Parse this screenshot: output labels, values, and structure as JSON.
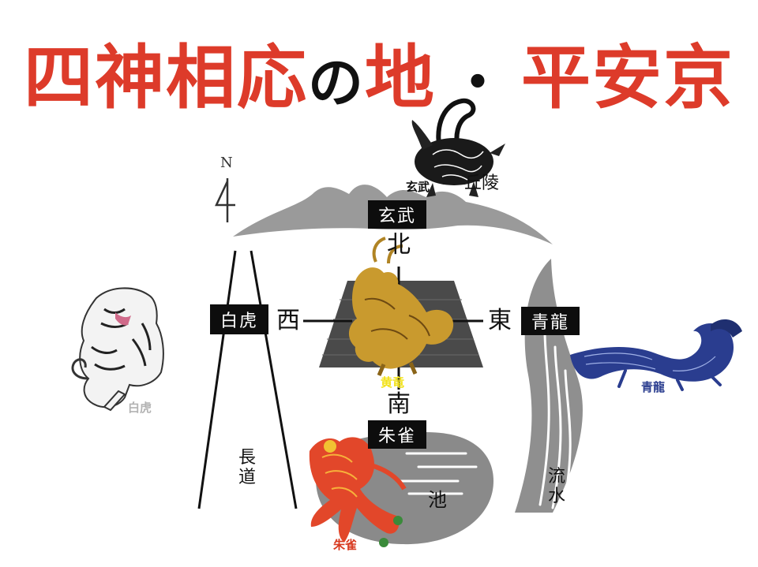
{
  "title": {
    "part1": "四神相応",
    "part2": "の",
    "part3": "地",
    "separator": "・",
    "part4": "平安京"
  },
  "north_mark": "N",
  "gods": {
    "north": {
      "box": "玄武",
      "caption": "玄武"
    },
    "east": {
      "box": "青龍",
      "caption": "青龍"
    },
    "west": {
      "box": "白虎",
      "caption": "白虎"
    },
    "south": {
      "box": "朱雀",
      "caption": "朱雀"
    },
    "center": {
      "caption": "黄竜"
    }
  },
  "directions": {
    "north": "北",
    "east": "東",
    "west": "西",
    "south": "南"
  },
  "terrain": {
    "hills": "丘陵",
    "road": "長道",
    "pond": "池",
    "stream": "流水"
  },
  "colors": {
    "title_red": "#dd3b2a",
    "seiryu_blue": "#2a3d8f",
    "kirin_gold": "#c99a2e",
    "byakko_caption": "#b3b3b3",
    "suzaku_caption": "#d83a20",
    "koryu_caption": "#f2e21a"
  }
}
